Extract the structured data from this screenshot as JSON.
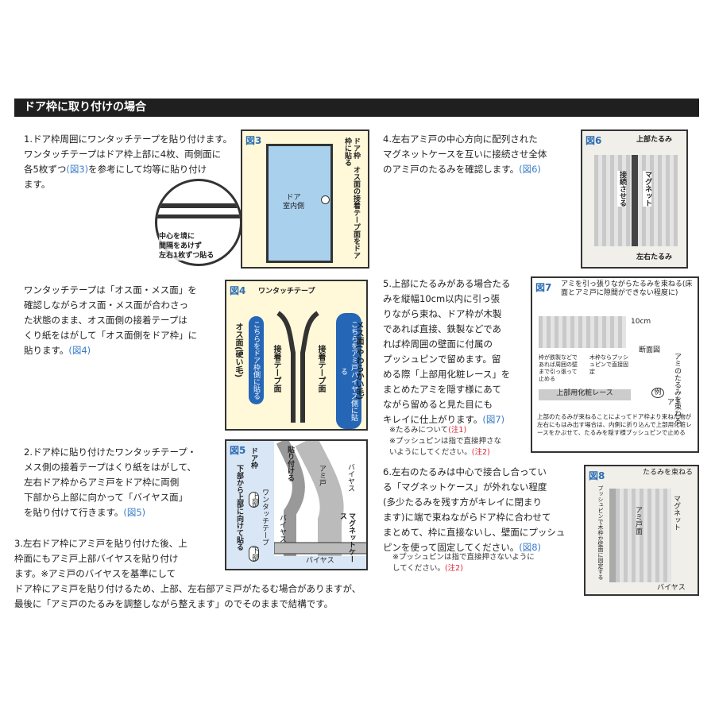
{
  "header": {
    "title": "ドア枠に取り付けの場合"
  },
  "step1": {
    "text": "1.ドア枠周囲にワンタッチテープを貼り付けます。\nワンタッチテープはドア枠上部に4枚、両側面に\n各5枚ずつ",
    "ref": "(図3)",
    "after": "を参考にして均等に貼り付け\nます。"
  },
  "step2": {
    "text": "ワンタッチテープは「オス面・メス面」を\n確認しながらオス面・メス面が合わさっ\nた状態のまま、オス面側の接着テープは\nくり紙をはがして「オス面側をドア枠」に\n貼ります。",
    "ref": "(図4)"
  },
  "step2b": {
    "text": "2.ドア枠に貼り付けたワンタッチテープ・\nメス側の接着テープはくり紙をはがして、\n左右ドア枠からアミ戸をドア枠に両側\n下部から上部に向かって「バイヤス面」\nを貼り付けて行きます。",
    "ref": "(図5)"
  },
  "step3": {
    "text": "3.左右ドア枠にアミ戸を貼り付けた後、上\n枠面にもアミ戸上部バイヤスを貼り付け\nます。※アミ戸のバイヤスを基準にして\nドア枠にアミ戸を貼り付けるため、上部、左右部アミ戸がたるむ場合がありますが、\n最後に「アミ戸のたるみを調整しながら整えます」のでそのままで結構です。"
  },
  "step4": {
    "text": "4.左右アミ戸の中心方向に配列された\nマグネットケースを互いに接続させ全体\nのアミ戸のたるみを確認します。",
    "ref": "(図6)"
  },
  "step5": {
    "text": "5.上部にたるみがある場合たる\nみを縦幅10cm以内に引っ張\nりながら束ね、ドア枠が木製\nであれば直接、鉄製などであ\nれば枠周囲の壁面に付属の\nプッシュピンで留めます。留\nめる際「上部用化粧レース」を\nまとめたアミを隠す様にあて\nながら留めると見た目にも\nキレイに仕上がります。",
    "ref": "(図7)",
    "note1": "※たるみについて",
    "note1ref": "(注1)",
    "note2": "※プッシュピンは指で直接押さな\n  いようにしてください。",
    "note2ref": "(注2)"
  },
  "step6": {
    "text": "6.左右のたるみは中心で接合し合ってい\nる「マグネットケース」が外れない程度\n(多少たるみを残す方がキレイに閉まり\nます)に端で束ねながらドア枠に合わせて\nまとめて、枠に直接ないし、壁面にプッシュ\nピンを使って固定してください。",
    "ref": "(図8)",
    "note": "※プッシュピンは指で直接押さないように\n  してください。",
    "noteref": "(注2)"
  },
  "fig3": {
    "label": "図3",
    "frame": "ドア枠",
    "surface": "オス面の接着テープ面をドア枠に貼る",
    "door": "ドア\n室内側",
    "caption": "中心を境に\n間隔をあけず\n左右1枚ずつ貼る"
  },
  "fig4": {
    "label": "図4",
    "top": "ワンタッチテープ",
    "left_outer": "オス面(硬い毛)",
    "left_pill": "こちらをドア枠側に貼る",
    "left_inner": "接着テープ面",
    "right_inner": "接着テープ面",
    "right_pill": "こちらをアミ戸バイヤス側に貼る",
    "right_outer": "メス面(やわらかい毛)"
  },
  "fig5": {
    "label": "図5",
    "frame": "ドア枠",
    "attach": "貼り付ける",
    "left_text": "下部から上部に向けて貼る",
    "up": "上部",
    "down": "下部",
    "tape": "ワンタッチテープ",
    "bias_v": "バイヤス",
    "bias_h": "バイヤス",
    "net": "アミ戸",
    "magnet": "マグネットケース",
    "bias2": "バイヤス"
  },
  "fig6": {
    "label": "図6",
    "top": "上部たるみ",
    "connect": "接続させる",
    "magnet": "マグネット",
    "bottom": "左右たるみ"
  },
  "fig7": {
    "label": "図7",
    "top": "アミを引っ張りながらたるみを束ねる(床面とアミ戸に隙間ができない程度に)",
    "size": "10cm",
    "note_left": "枠が鉄製などであれば周囲の壁まで引っ張って止める",
    "note_mid": "木枠ならプッシュピンで直接固定",
    "lace": "上部用化粧レース",
    "ami": "アミ",
    "section": "断面図",
    "section2": "アミのたるみを束ねる",
    "example": "例",
    "bottom": "上部のたるみが束ねることによってドア枠より束ねた物が左右にもはみ出す場合は、内側に折り込んで上部用化粧レースをかぶせて、たるみを隠す様プッシュピンで止める"
  },
  "fig8": {
    "label": "図8",
    "top": "たるみを束ねる",
    "pin": "プッシュピンで木枠か壁面に固定する",
    "net": "アミ戸面",
    "magnet": "マグネット",
    "bias": "バイヤス"
  }
}
